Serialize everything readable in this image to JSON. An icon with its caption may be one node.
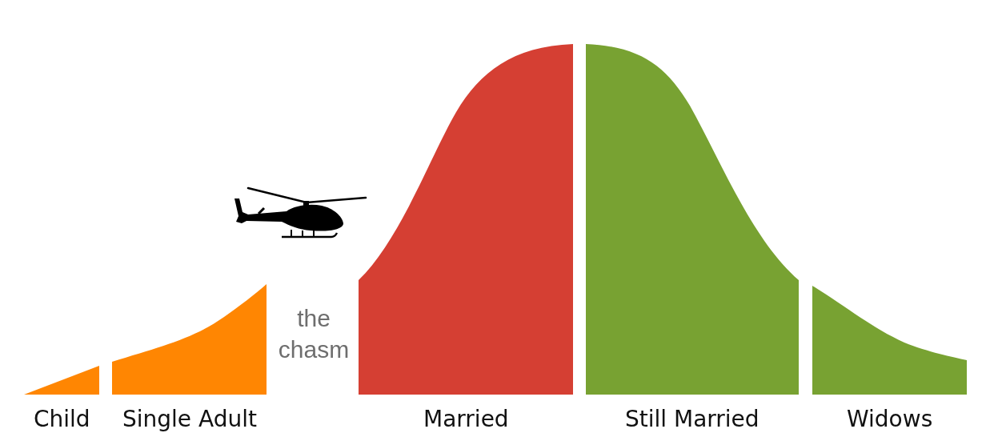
{
  "diagram": {
    "nodes": [
      {
        "text": [
          "Child"
        ]
      },
      {
        "text": [
          "Single Adult"
        ]
      },
      {
        "text": [
          "Married"
        ]
      },
      {
        "text": [
          "Still Married"
        ]
      },
      {
        "text": [
          "Widows"
        ]
      }
    ],
    "labels": [
      "the chasm"
    ]
  }
}
